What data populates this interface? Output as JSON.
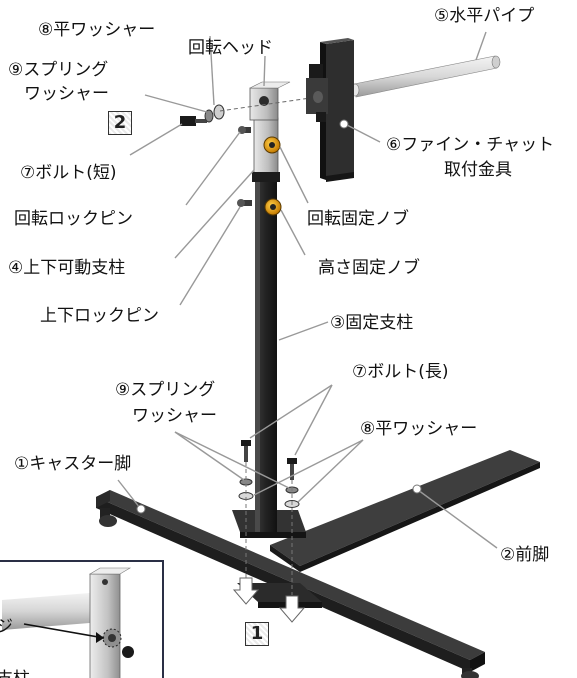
{
  "labels": {
    "flat_washer_top": "⑧平ワッシャー",
    "rotating_head": "回転ヘッド",
    "horizontal_pipe": "⑤水平パイプ",
    "spring_washer_top_1": "⑨スプリング",
    "spring_washer_top_2": "ワッシャー",
    "fine_chat_1": "⑥ファイン・チャット",
    "fine_chat_2": "取付金具",
    "bolt_short": "⑦ボルト(短)",
    "rotation_lock_pin": "回転ロックピン",
    "rotation_fix_knob": "回転固定ノブ",
    "up_down_post": "④上下可動支柱",
    "height_fix_knob": "高さ固定ノブ",
    "up_down_lock_pin": "上下ロックピン",
    "fixed_post": "③固定支柱",
    "bolt_long": "⑦ボルト(長)",
    "spring_washer_bottom_1": "⑨スプリング",
    "spring_washer_bottom_2": "ワッシャー",
    "flat_washer_bottom": "⑧平ワッシャー",
    "caster_leg": "①キャスター脚",
    "front_leg": "②前脚"
  },
  "steps": {
    "step2": "2",
    "step1": "1"
  },
  "inset": {
    "label_pin": "ジ",
    "label_post": "支柱"
  }
}
